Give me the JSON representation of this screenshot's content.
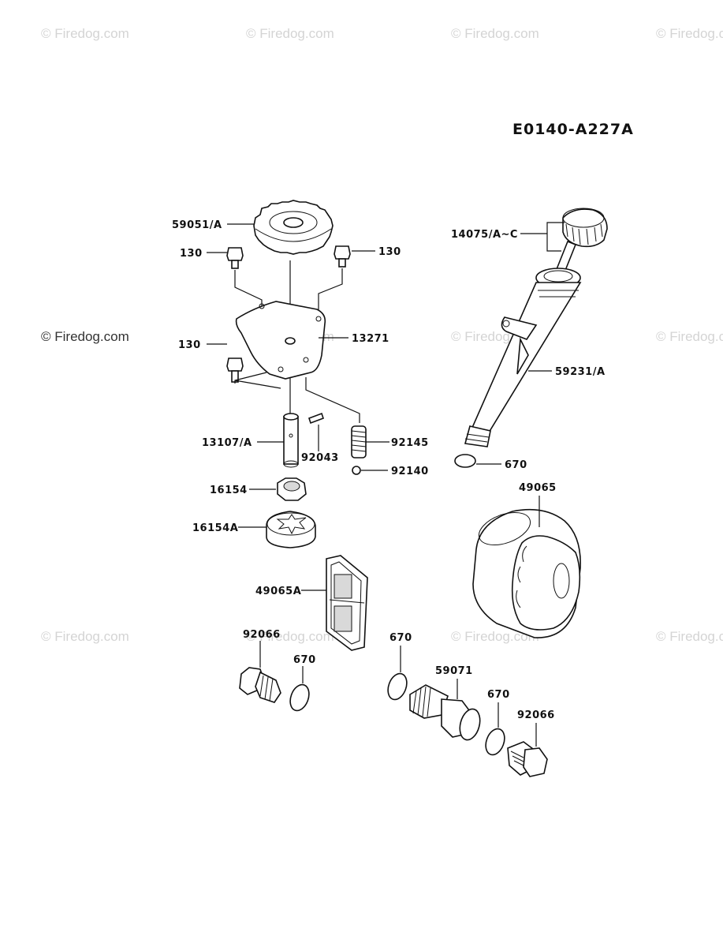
{
  "diagram_code": "E0140-A227A",
  "watermark": "© Firedog.com",
  "parts": {
    "p59051": "59051/A",
    "p130a": "130",
    "p130b": "130",
    "p130c": "130",
    "p13271": "13271",
    "p13107": "13107/A",
    "p92043": "92043",
    "p92145": "92145",
    "p92140": "92140",
    "p16154": "16154",
    "p16154A": "16154A",
    "p49065A": "49065A",
    "p92066a": "92066",
    "p670a": "670",
    "p670b": "670",
    "p59071": "59071",
    "p670c": "670",
    "p92066b": "92066",
    "p14075": "14075/A~C",
    "p59231": "59231/A",
    "p670d": "670",
    "p49065": "49065"
  }
}
